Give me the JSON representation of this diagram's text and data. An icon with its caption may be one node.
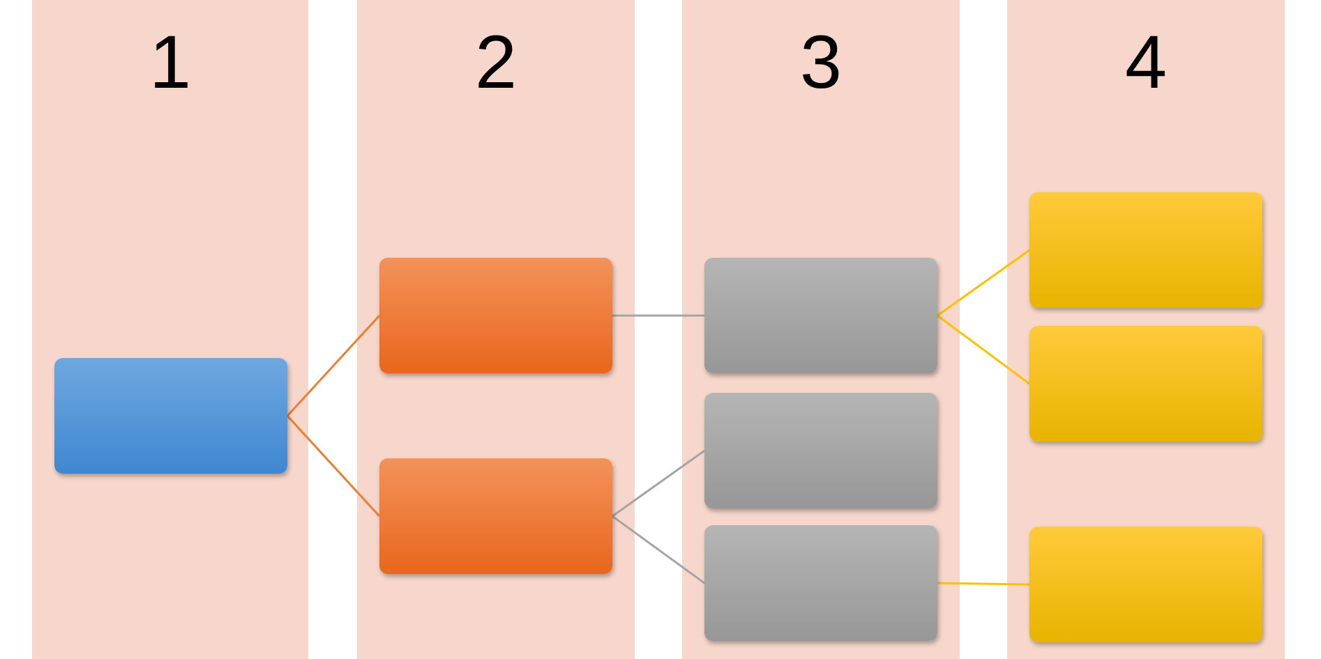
{
  "diagram": {
    "nodes": [
      {
        "text": [
          "1"
        ]
      },
      {
        "text": [],
        "shape": "box",
        "in": 0
      },
      {
        "text": [
          "2"
        ]
      },
      {
        "text": [],
        "shape": "box",
        "in": 2
      },
      {
        "text": [],
        "shape": "box",
        "in": 2
      },
      {
        "text": [
          "3"
        ]
      },
      {
        "text": [],
        "shape": "box",
        "in": 5
      },
      {
        "text": [],
        "shape": "box",
        "in": 5
      },
      {
        "text": [],
        "shape": "box",
        "in": 5
      },
      {
        "text": [
          "4"
        ]
      },
      {
        "text": [],
        "shape": "box",
        "in": 9
      },
      {
        "text": [],
        "shape": "box",
        "in": 9
      },
      {
        "text": [],
        "shape": "box",
        "in": 9
      }
    ],
    "edges": [
      {
        "from": 1,
        "to": 3,
        "arrow": "none",
        "color": "#ed7d31"
      },
      {
        "from": 1,
        "to": 4,
        "arrow": "none",
        "color": "#ed7d31"
      },
      {
        "from": 3,
        "to": 6,
        "arrow": "none",
        "color": "#a5a5a5"
      },
      {
        "from": 4,
        "to": 7,
        "arrow": "none",
        "color": "#a5a5a5"
      },
      {
        "from": 4,
        "to": 8,
        "arrow": "none",
        "color": "#a5a5a5"
      },
      {
        "from": 6,
        "to": 10,
        "arrow": "none",
        "color": "#ffc000"
      },
      {
        "from": 6,
        "to": 11,
        "arrow": "none",
        "color": "#ffc000"
      },
      {
        "from": 8,
        "to": 12,
        "arrow": "none",
        "color": "#ffc000"
      }
    ]
  }
}
